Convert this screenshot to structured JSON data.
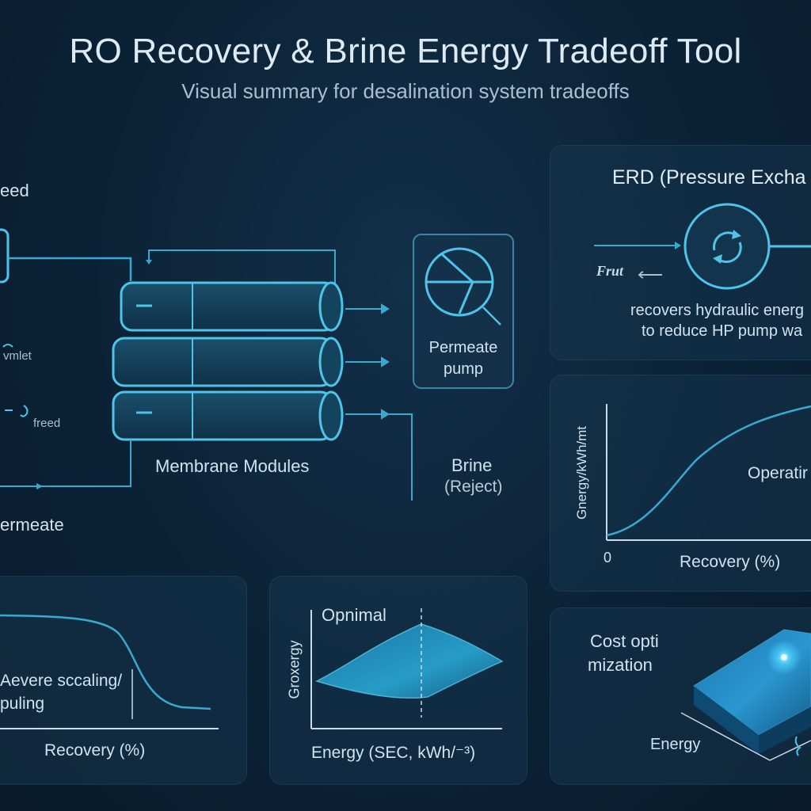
{
  "header": {
    "title": "RO Recovery & Brine Energy Tradeoff Tool",
    "subtitle": "Visual summary for desalination system tradeoffs"
  },
  "flow": {
    "feed_label": "eed",
    "inlet_label": "vmlet",
    "freed_label": "freed",
    "modules_label": "Membrane Modules",
    "permeate_pump_label": "Permeate pump",
    "brine_label": "Brine",
    "brine_sub_label": "(Reject)",
    "permeate_label": "ermeate"
  },
  "erd": {
    "title": "ERD (Pressure Excha",
    "flow_label": "Frut",
    "desc_line1": "recovers hydraulic energ",
    "desc_line2": "to reduce HP pump wa"
  },
  "energy_curve": {
    "ylabel": "Gnergy/kWh/mt",
    "xlabel": "Recovery (%)",
    "origin": "0",
    "annotation": "Operatir"
  },
  "scaling_panel": {
    "annotation_line1": "Aevere sccaling/",
    "annotation_line2": "puling",
    "xlabel": "Recovery (%)"
  },
  "optimal_panel": {
    "title": "Opnimal",
    "ylabel": "Groxergy",
    "xlabel": "Energy (SEC, kWh/⁻³)"
  },
  "cost_panel": {
    "title_line1": "Cost opti",
    "title_line2": "mization",
    "energy_label": "Energy"
  },
  "colors": {
    "accent": "#4fc3e8",
    "line": "#3aa9cf",
    "background": "#0b2236",
    "panel": "#16344c"
  }
}
